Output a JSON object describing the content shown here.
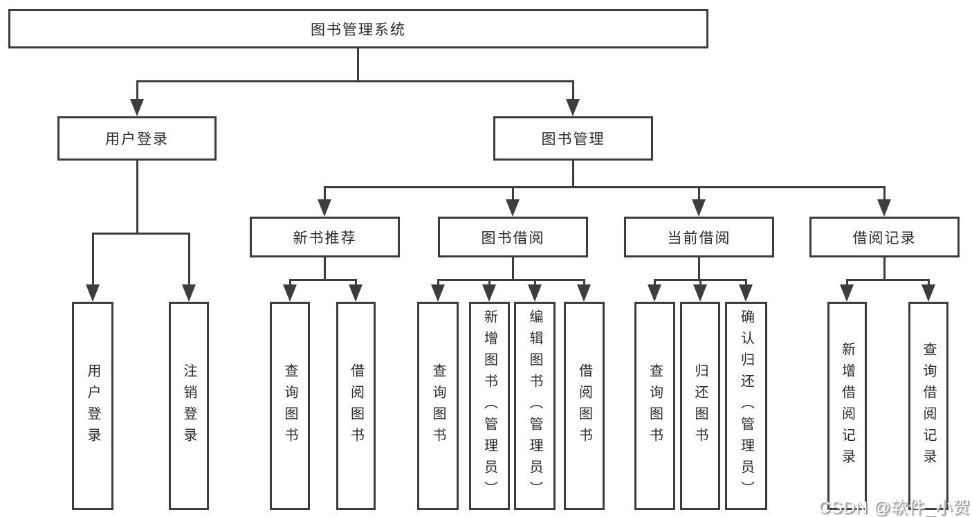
{
  "diagram": {
    "type": "hierarchy-tree",
    "orientation": "top-down"
  },
  "colors": {
    "line": "#3d3d3d",
    "text": "#2b2b2b",
    "background": "#ffffff",
    "watermark_fill": "#fdfdfd",
    "watermark_shadow": "#8a8a8a"
  },
  "tree": {
    "label": "图书管理系统",
    "children": [
      {
        "label": "用户登录",
        "children": [
          {
            "label": "用户登录"
          },
          {
            "label": "注销登录"
          }
        ]
      },
      {
        "label": "图书管理",
        "children": [
          {
            "label": "新书推荐",
            "children": [
              {
                "label": "查询图书"
              },
              {
                "label": "借阅图书"
              }
            ]
          },
          {
            "label": "图书借阅",
            "children": [
              {
                "label": "查询图书"
              },
              {
                "label": "新增图书（管理员）"
              },
              {
                "label": "编辑图书（管理员）"
              },
              {
                "label": "借阅图书"
              }
            ]
          },
          {
            "label": "当前借阅",
            "children": [
              {
                "label": "查询图书"
              },
              {
                "label": "归还图书"
              },
              {
                "label": "确认归还（管理员）"
              }
            ]
          },
          {
            "label": "借阅记录",
            "children": [
              {
                "label": "新增借阅记录"
              },
              {
                "label": "查询借阅记录"
              }
            ]
          }
        ]
      }
    ]
  },
  "watermark": {
    "text": "CSDN @软件_小贺同学"
  }
}
